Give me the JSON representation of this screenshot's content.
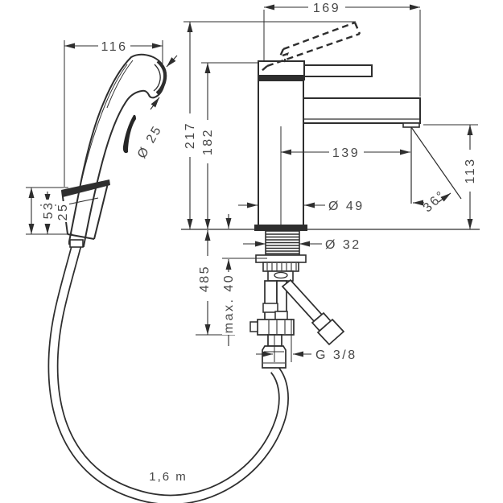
{
  "drawing": {
    "type": "technical-dimension-drawing",
    "subject": "basin mixer with hand shower, wall holder and shower hose",
    "background": "#ffffff",
    "line_color": "#2e2e2e",
    "text_color": "#474747",
    "dims": {
      "d169": "169",
      "d116": "116",
      "d217": "217",
      "d182": "182",
      "d139": "139",
      "d113": "113",
      "dia25": "Ø 25",
      "dia49": "Ø 49",
      "dia32": "Ø 32",
      "d53": "53",
      "d25": "25",
      "d485": "485",
      "max40": "max. 40",
      "angle36": "36°",
      "g38": "G 3/8",
      "hose_length": "1,6 m"
    }
  }
}
